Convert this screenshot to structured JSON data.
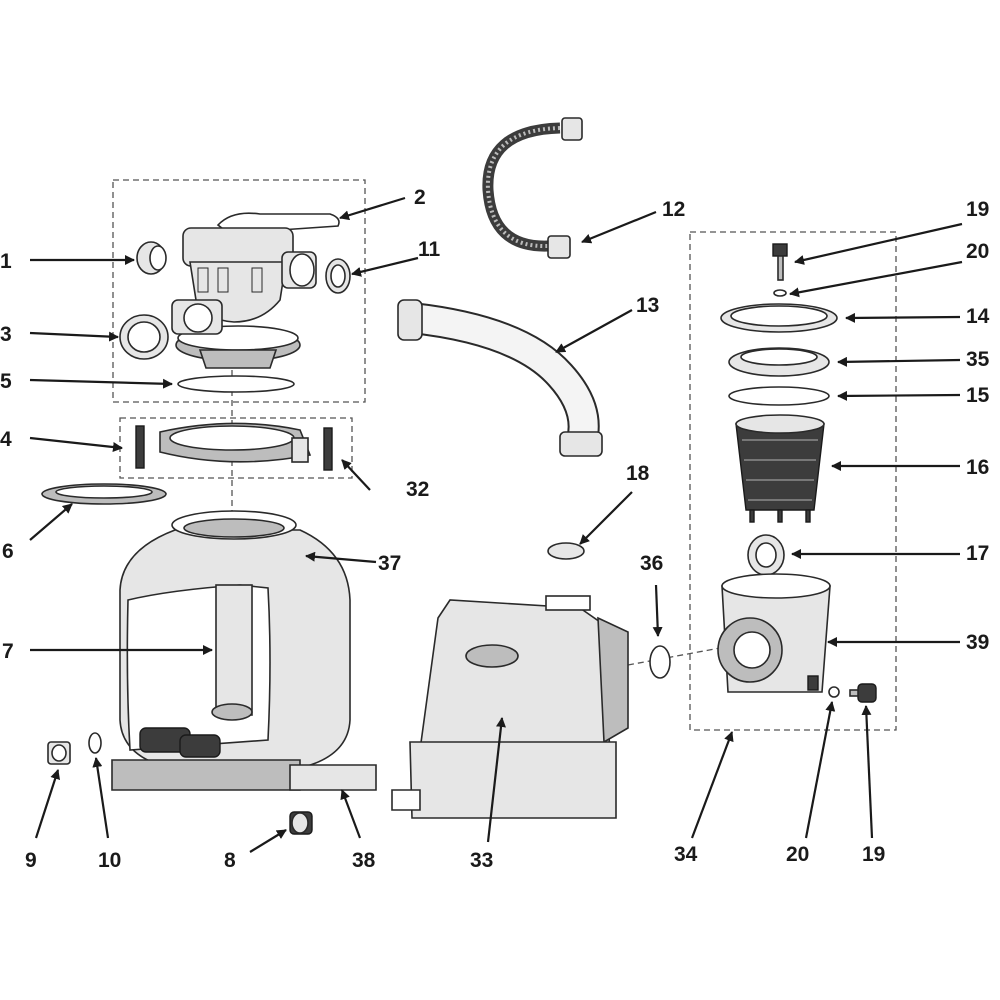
{
  "labels": {
    "p1": "1",
    "p2": "2",
    "p3": "3",
    "p4": "4",
    "p5": "5",
    "p6": "6",
    "p7": "7",
    "p8": "8",
    "p9": "9",
    "p10": "10",
    "p11": "11",
    "p12": "12",
    "p13": "13",
    "p14": "14",
    "p15": "15",
    "p16": "16",
    "p17": "17",
    "p18": "18",
    "p19a": "19",
    "p20a": "20",
    "p32": "32",
    "p33": "33",
    "p34": "34",
    "p35": "35",
    "p36": "36",
    "p37": "37",
    "p38": "38",
    "p39": "39",
    "p20b": "20",
    "p19b": "19"
  },
  "colors": {
    "line": "#1a1a1a",
    "part_fill": "#e6e6e6",
    "hose": "#3c3c3c"
  }
}
